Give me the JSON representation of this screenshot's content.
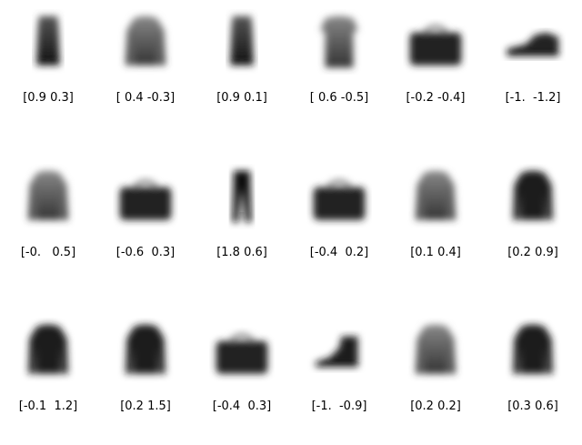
{
  "rows": [
    [
      {
        "label": "[0.9 0.3]",
        "item": "dress"
      },
      {
        "label": "[ 0.4 -0.3]",
        "item": "pullover"
      },
      {
        "label": "[0.9 0.1]",
        "item": "dress"
      },
      {
        "label": "[ 0.6 -0.5]",
        "item": "shirt"
      },
      {
        "label": "[-0.2 -0.4]",
        "item": "bag"
      },
      {
        "label": "[-1.  -1.2]",
        "item": "sneaker"
      }
    ],
    [
      {
        "label": "[-0.   0.5]",
        "item": "pullover"
      },
      {
        "label": "[-0.6  0.3]",
        "item": "bag"
      },
      {
        "label": "[1.8 0.6]",
        "item": "trouser"
      },
      {
        "label": "[-0.4  0.2]",
        "item": "bag"
      },
      {
        "label": "[0.1 0.4]",
        "item": "pullover"
      },
      {
        "label": "[0.2 0.9]",
        "item": "coat"
      }
    ],
    [
      {
        "label": "[-0.1  1.2]",
        "item": "coat"
      },
      {
        "label": "[0.2 1.5]",
        "item": "coat"
      },
      {
        "label": "[-0.4  0.3]",
        "item": "bag"
      },
      {
        "label": "[-1.  -0.9]",
        "item": "ankle-boot"
      },
      {
        "label": "[0.2 0.2]",
        "item": "pullover"
      },
      {
        "label": "[0.3 0.6]",
        "item": "coat"
      }
    ]
  ]
}
